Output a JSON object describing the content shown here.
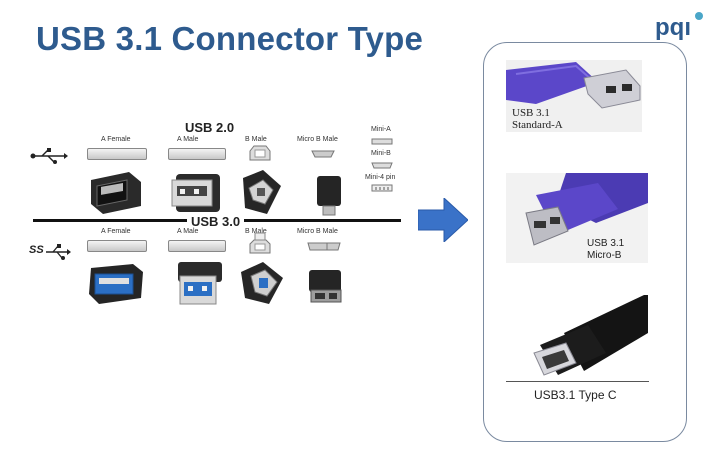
{
  "slide": {
    "title": "USB 3.1 Connector Type",
    "logo": "pqı"
  },
  "diagram": {
    "usb2_heading": "USB 2.0",
    "usb3_heading": "USB 3.0",
    "usb2_labels": [
      "A Female",
      "A Male",
      "B Male",
      "Micro B Male"
    ],
    "usb3_labels": [
      "A Female",
      "A Male",
      "B Male",
      "Micro B Male"
    ],
    "mini_labels": [
      "Mini-A",
      "Mini-B",
      "Mini-4 pin"
    ],
    "ss_logo": "SS"
  },
  "panel": {
    "caption_a": [
      "USB 3.1",
      "Standard-A"
    ],
    "caption_microb": [
      "USB 3.1",
      "Micro-B"
    ],
    "caption_c": "USB3.1 Type C"
  },
  "colors": {
    "title": "#2e5b8e",
    "arrow": "#3a72c8",
    "usb3_blue": "#2b6fc4",
    "cable_purple": "#5b47c9"
  },
  "icons": [
    "usb-trident-icon",
    "usb-ss-trident-icon",
    "right-arrow-icon"
  ]
}
